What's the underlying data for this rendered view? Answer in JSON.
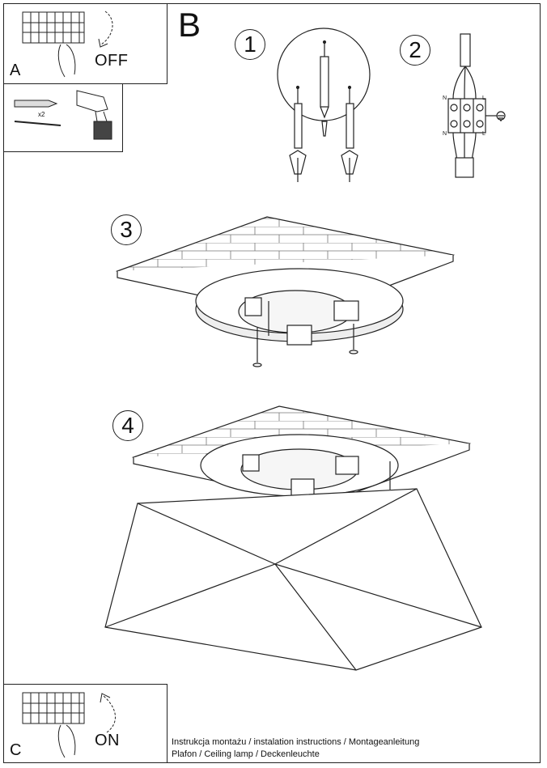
{
  "panels": {
    "a": {
      "letter": "A",
      "state": "OFF"
    },
    "tools": {
      "quantity": "x2"
    },
    "c": {
      "letter": "C",
      "state": "ON"
    }
  },
  "section_b": "B",
  "steps": [
    "1",
    "2",
    "3",
    "4"
  ],
  "wiring": {
    "n_label": "N",
    "l_label": "L"
  },
  "caption": {
    "line1": "Instrukcja montażu / instalation instructions / Montageanleitung",
    "line2": "Plafon / Ceiling lamp / Deckenleuchte"
  }
}
